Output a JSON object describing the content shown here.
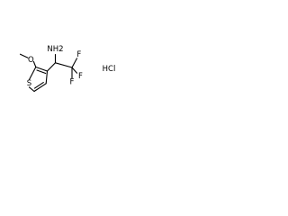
{
  "structure": {
    "amine_label": "NH2",
    "fluorine_label": "F",
    "oxygen_label": "O",
    "sulfur_label": "S",
    "salt_label": "HCl"
  }
}
